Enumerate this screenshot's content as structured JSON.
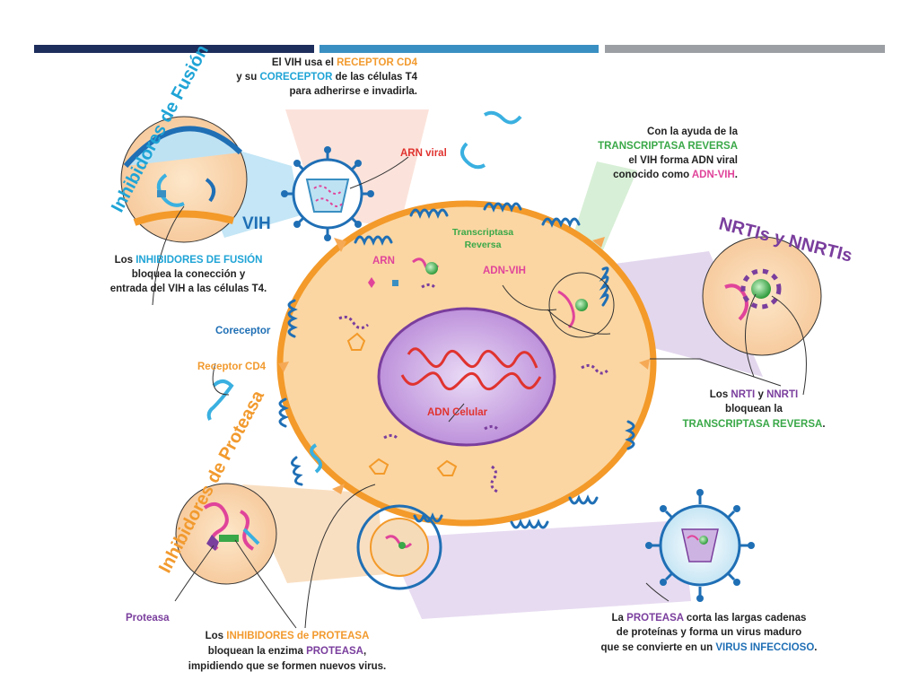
{
  "colors": {
    "navy": "#1d2d5c",
    "blue_bar": "#3a8fc2",
    "gray_bar": "#9c9fa3",
    "cell_fill": "#fbd6a2",
    "cell_edge": "#f39a2a",
    "nucleus": "#c9a6e3",
    "dna_red": "#e0332f",
    "virus_blue": "#1f6fb5",
    "pink": "#e0449a",
    "green": "#3aa848",
    "purple": "#7a3e9d",
    "orange_text": "#f29a2e",
    "cyan_text": "#1fa4d6"
  },
  "top_note": {
    "l1": [
      "El VIH usa el ",
      "RECEPTOR CD4"
    ],
    "l2": [
      "y su ",
      "CORECEPTOR",
      " de las células T4"
    ],
    "l3": "para adherirse e invadirla."
  },
  "rt_note": {
    "l1": "Con la ayuda de la",
    "l2": "TRANSCRIPTASA REVERSA",
    "l3": "el VIH forma ADN viral",
    "l4": [
      "conocido como ",
      "ADN-VIH",
      "."
    ]
  },
  "fusion": {
    "title": "Inhibidores de Fusión",
    "l1": [
      "Los ",
      "INHIBIDORES DE FUSIÓN"
    ],
    "l2": "bloquea la conección y",
    "l3": "entrada del VIH a las células T4."
  },
  "nrti": {
    "title": "NRTIs y NNRTIs",
    "l1": [
      "Los ",
      "NRTI",
      " y ",
      "NNRTI"
    ],
    "l2": "bloquean la",
    "l3": "TRANSCRIPTASA REVERSA",
    "l3_end": "."
  },
  "protease": {
    "title": "Inhibidores de Proteasa",
    "label": "Proteasa",
    "l1": [
      "Los ",
      "INHIBIDORES de PROTEASA"
    ],
    "l2": [
      "bloquean la enzima ",
      "PROTEASA",
      ","
    ],
    "l3": "impidiendo que se formen nuevos virus."
  },
  "maturation": {
    "l1": [
      "La ",
      "PROTEASA",
      " corta las largas cadenas"
    ],
    "l2": "de proteínas y forma un virus maduro",
    "l3": [
      "que se convierte en un ",
      "VIRUS INFECCIOSO",
      "."
    ]
  },
  "labels": {
    "vih": "VIH",
    "arn_viral": "ARN viral",
    "arn": "ARN",
    "rt1": "Transcriptasa",
    "rt2": "Reversa",
    "adn_vih": "ADN-VIH",
    "coreceptor": "Coreceptor",
    "receptor_cd4": "Receptor CD4",
    "adn_celular": "ADN Celular"
  }
}
